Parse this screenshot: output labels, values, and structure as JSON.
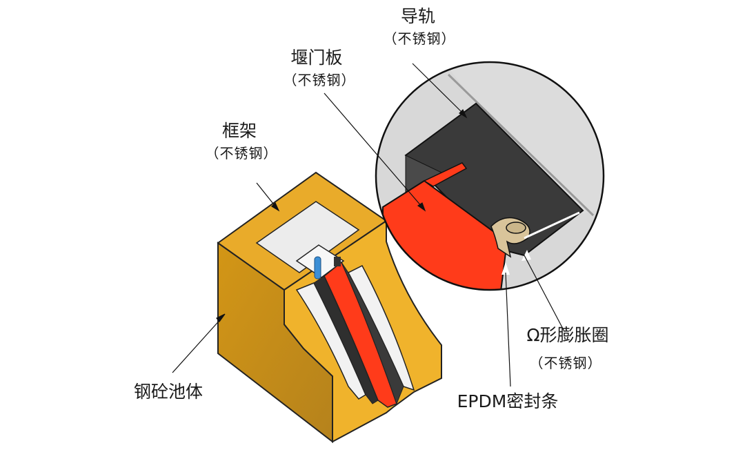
{
  "labels": {
    "guide_rail": {
      "name": "导轨",
      "material": "（不锈钢）"
    },
    "gate_plate": {
      "name": "堰门板",
      "material": "（不锈钢）"
    },
    "frame": {
      "name": "框架",
      "material": "（不锈钢）"
    },
    "concrete_body": {
      "name": "钢砼池体"
    },
    "omega_ring": {
      "name": "Ω形膨胀圈",
      "material": "（不锈钢）"
    },
    "epdm_strip": {
      "name": "EPDM密封条"
    }
  },
  "colors": {
    "concrete": "#e3a726",
    "concrete_dark": "#b9821a",
    "frame_steel": "#e8e8e8",
    "gate_red": "#ff3b1a",
    "rail_dark": "#3a3a3a",
    "gasket": "#d9c49a",
    "rod_blue": "#3c8fd6"
  }
}
